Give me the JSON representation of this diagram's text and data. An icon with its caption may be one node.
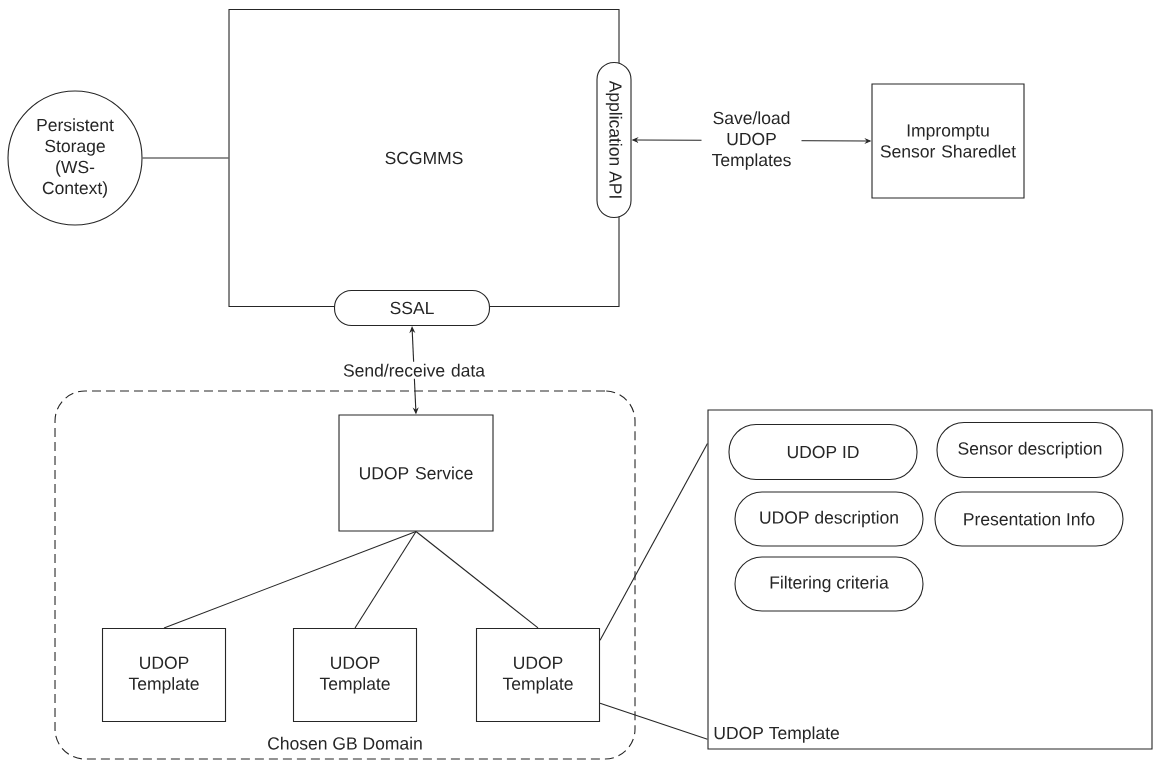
{
  "diagram": {
    "nodes": [
      {
        "text": [
          "SCGMMS"
        ]
      },
      {
        "text": [
          "Application API"
        ]
      },
      {
        "text": [
          "SSAL"
        ]
      },
      {
        "text": [
          "Persistent Storage (WS-Context)"
        ]
      },
      {
        "text": [
          "Impromptu Sensor Sharedlet"
        ]
      },
      {
        "text": [
          "Chosen GB Domain"
        ]
      },
      {
        "text": [
          "UDOP Service"
        ],
        "in": 5
      },
      {
        "text": [
          "UDOP Template"
        ],
        "in": 5
      },
      {
        "text": [
          "UDOP Template"
        ],
        "in": 5
      },
      {
        "text": [
          "UDOP Template"
        ],
        "in": 5
      },
      {
        "text": [
          "UDOP Template"
        ]
      },
      {
        "text": [
          "UDOP ID"
        ],
        "in": 10
      },
      {
        "text": [
          "Sensor description"
        ],
        "in": 10
      },
      {
        "text": [
          "UDOP description"
        ],
        "in": 10
      },
      {
        "text": [
          "Presentation Info"
        ],
        "in": 10
      },
      {
        "text": [
          "Filtering criteria"
        ],
        "in": 10
      }
    ],
    "edges": [
      {
        "from": 3,
        "to": 0,
        "arrow": "none"
      },
      {
        "from": 1,
        "to": 4,
        "arrow": "both",
        "label": "Save/load UDOP Templates"
      },
      {
        "from": 6,
        "to": 2,
        "arrow": "both",
        "label": "Send/receive data"
      },
      {
        "from": 6,
        "to": 7,
        "arrow": "none"
      },
      {
        "from": 6,
        "to": 8,
        "arrow": "none"
      },
      {
        "from": 6,
        "to": 9,
        "arrow": "none"
      },
      {
        "from": 9,
        "to": 10,
        "arrow": "none"
      },
      {
        "from": 9,
        "to": 10,
        "arrow": "none"
      }
    ]
  }
}
